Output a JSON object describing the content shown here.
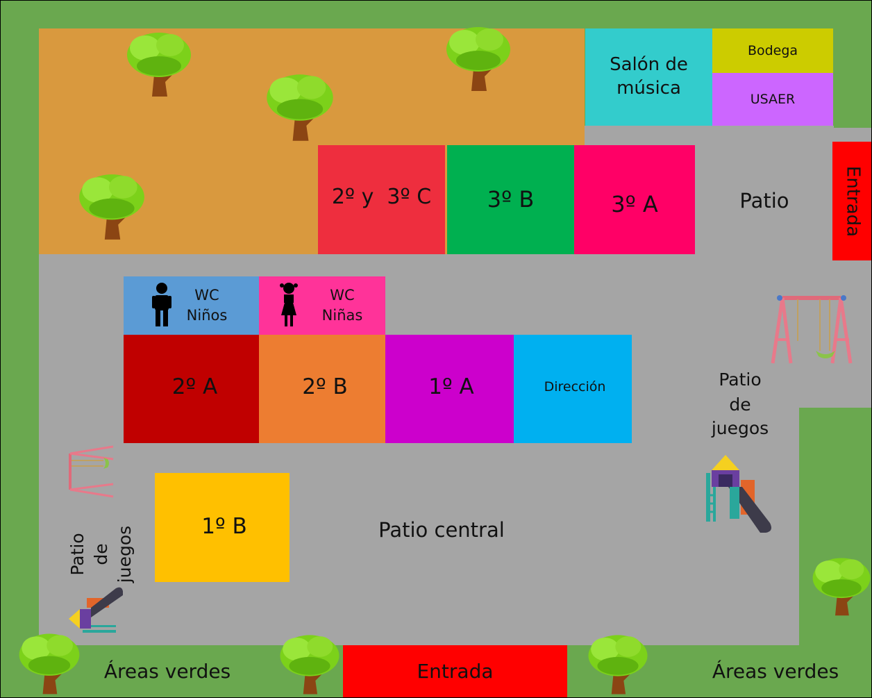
{
  "colors": {
    "grass": "#6aa84f",
    "soil": "#d9993e",
    "patio": "#a5a5a5",
    "salon_musica": "#33cccc",
    "bodega": "#cccc00",
    "usaer": "#cc66ff",
    "aula_2y3c": "#ee2e3e",
    "aula_3b": "#00b050",
    "aula_3a": "#ff0066",
    "entrada": "#ff0000",
    "wc_ninos": "#5b9bd5",
    "wc_ninas": "#ff3399",
    "aula_2a": "#c00000",
    "aula_2b": "#ed7d31",
    "aula_1a": "#cc00cc",
    "direccion": "#00b0f0",
    "aula_1b": "#ffc000"
  },
  "rooms": {
    "salon_musica": "Salón de música",
    "bodega": "Bodega",
    "usaer": "USAER",
    "aula_2y3c": "2º y  3º C",
    "aula_3b": "3º B",
    "aula_3a": "3º A",
    "patio_top": "Patio",
    "entrada_side": "Entrada",
    "wc_ninos_1": "WC",
    "wc_ninos_2": "Niños",
    "wc_ninas_1": "WC",
    "wc_ninas_2": "Niñas",
    "aula_2a": "2º A",
    "aula_2b": "2º B",
    "aula_1a": "1º A",
    "direccion": "Dirección",
    "patio_juegos_right_1": "Patio",
    "patio_juegos_right_2": "de",
    "patio_juegos_right_3": "juegos",
    "aula_1b": "1º B",
    "patio_central": "Patio central",
    "patio_juegos_left_1": "Patio",
    "patio_juegos_left_2": "de",
    "patio_juegos_left_3": "juegos",
    "areas_verdes_left": "Áreas verdes",
    "entrada_bottom": "Entrada",
    "areas_verdes_right": "Áreas verdes"
  },
  "icons": {
    "tree": "tree-icon",
    "swing": "swing-set-icon",
    "slide": "playground-slide-icon",
    "boy": "boy-icon",
    "girl": "girl-icon"
  }
}
